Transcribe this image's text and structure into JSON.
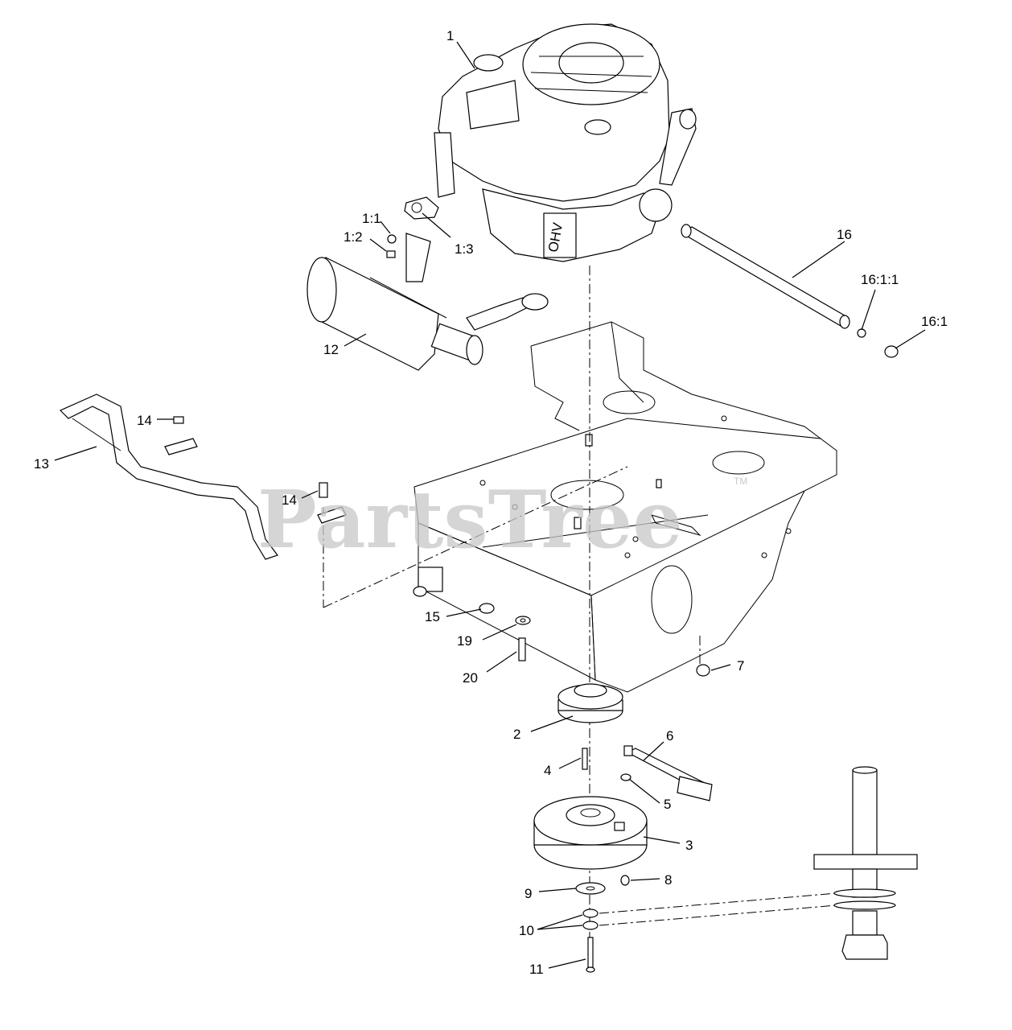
{
  "watermark": {
    "text": "PartsTree",
    "trademark": "TM"
  },
  "callouts": [
    {
      "id": "1",
      "label": "1"
    },
    {
      "id": "1_1",
      "label": "1:1"
    },
    {
      "id": "1_2",
      "label": "1:2"
    },
    {
      "id": "1_3",
      "label": "1:3"
    },
    {
      "id": "2",
      "label": "2"
    },
    {
      "id": "3",
      "label": "3"
    },
    {
      "id": "4",
      "label": "4"
    },
    {
      "id": "5",
      "label": "5"
    },
    {
      "id": "6",
      "label": "6"
    },
    {
      "id": "7",
      "label": "7"
    },
    {
      "id": "8",
      "label": "8"
    },
    {
      "id": "9",
      "label": "9"
    },
    {
      "id": "10",
      "label": "10"
    },
    {
      "id": "11",
      "label": "11"
    },
    {
      "id": "12",
      "label": "12"
    },
    {
      "id": "13",
      "label": "13"
    },
    {
      "id": "14a",
      "label": "14"
    },
    {
      "id": "14b",
      "label": "14"
    },
    {
      "id": "15",
      "label": "15"
    },
    {
      "id": "16",
      "label": "16"
    },
    {
      "id": "16_1_1",
      "label": "16:1:1"
    },
    {
      "id": "16_1",
      "label": "16:1"
    },
    {
      "id": "19",
      "label": "19"
    },
    {
      "id": "20",
      "label": "20"
    }
  ],
  "engine_badge": "OHV"
}
